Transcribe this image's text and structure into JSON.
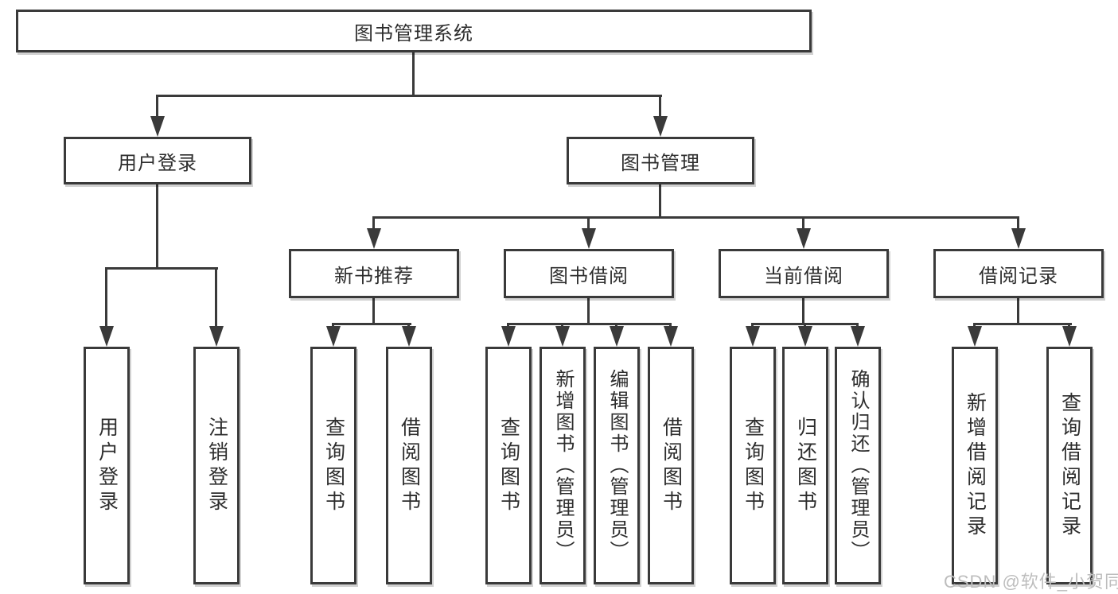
{
  "diagram_title": "图书管理系统",
  "tree": {
    "root": "图书管理系统",
    "branches": [
      {
        "label": "用户登录",
        "children": [
          "用户登录",
          "注销登录"
        ]
      },
      {
        "label": "图书管理",
        "sections": [
          {
            "label": "新书推荐",
            "children": [
              "查询图书",
              "借阅图书"
            ]
          },
          {
            "label": "图书借阅",
            "children": [
              "查询图书",
              "新增图书（管理员）",
              "编辑图书（管理员）",
              "借阅图书"
            ]
          },
          {
            "label": "当前借阅",
            "children": [
              "查询图书",
              "归还图书",
              "确认归还（管理员）"
            ]
          },
          {
            "label": "借阅记录",
            "children": [
              "新增借阅记录",
              "查询借阅记录"
            ]
          }
        ]
      }
    ]
  },
  "watermark": "CSDN @软件_小贺同学",
  "colors": {
    "line": "#3a3a3a",
    "text": "#2d2d2d",
    "watermark": "#bdbdbd",
    "background": "#ffffff"
  }
}
